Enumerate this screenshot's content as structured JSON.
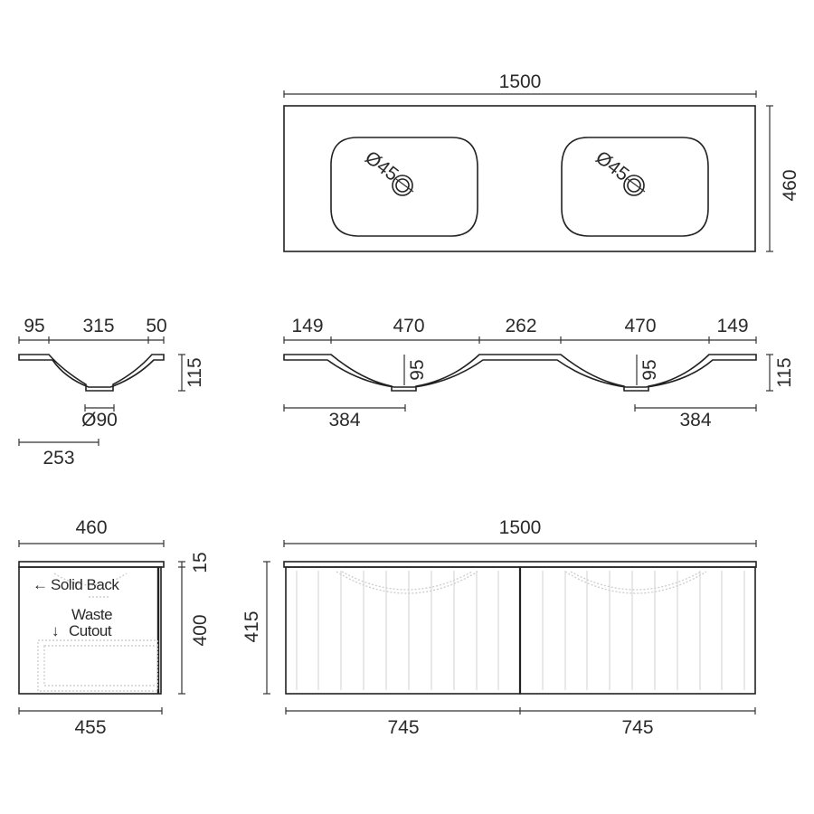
{
  "plan_view": {
    "width_label": "1500",
    "depth_label": "460",
    "basins": [
      {
        "waste_label": "Ø45"
      },
      {
        "waste_label": "Ø45"
      }
    ]
  },
  "side_section": {
    "top_dims": [
      "95",
      "315",
      "50"
    ],
    "height_label": "115",
    "waste_label": "Ø90",
    "offset_label": "253"
  },
  "front_section": {
    "top_dims": [
      "149",
      "470",
      "262",
      "470",
      "149"
    ],
    "height_label": "115",
    "bowl_depths": [
      "95",
      "95"
    ],
    "left_offset_label": "384",
    "right_offset_label": "384"
  },
  "cabinet_side": {
    "top_width_label": "460",
    "bottom_width_label": "455",
    "top_thickness_label": "15",
    "height_label": "400",
    "notes": {
      "solid_back": "Solid Back",
      "waste_line1": "Waste",
      "waste_line2": "Cutout"
    },
    "icons": {
      "left": "←",
      "down": "↓"
    }
  },
  "cabinet_front": {
    "width_label": "1500",
    "height_label": "415",
    "drawer_widths": [
      "745",
      "745"
    ]
  },
  "colors": {
    "line": "#222222",
    "hidden_line": "#cfcfcf",
    "slat": "#e3e3e3",
    "background": "#ffffff"
  }
}
